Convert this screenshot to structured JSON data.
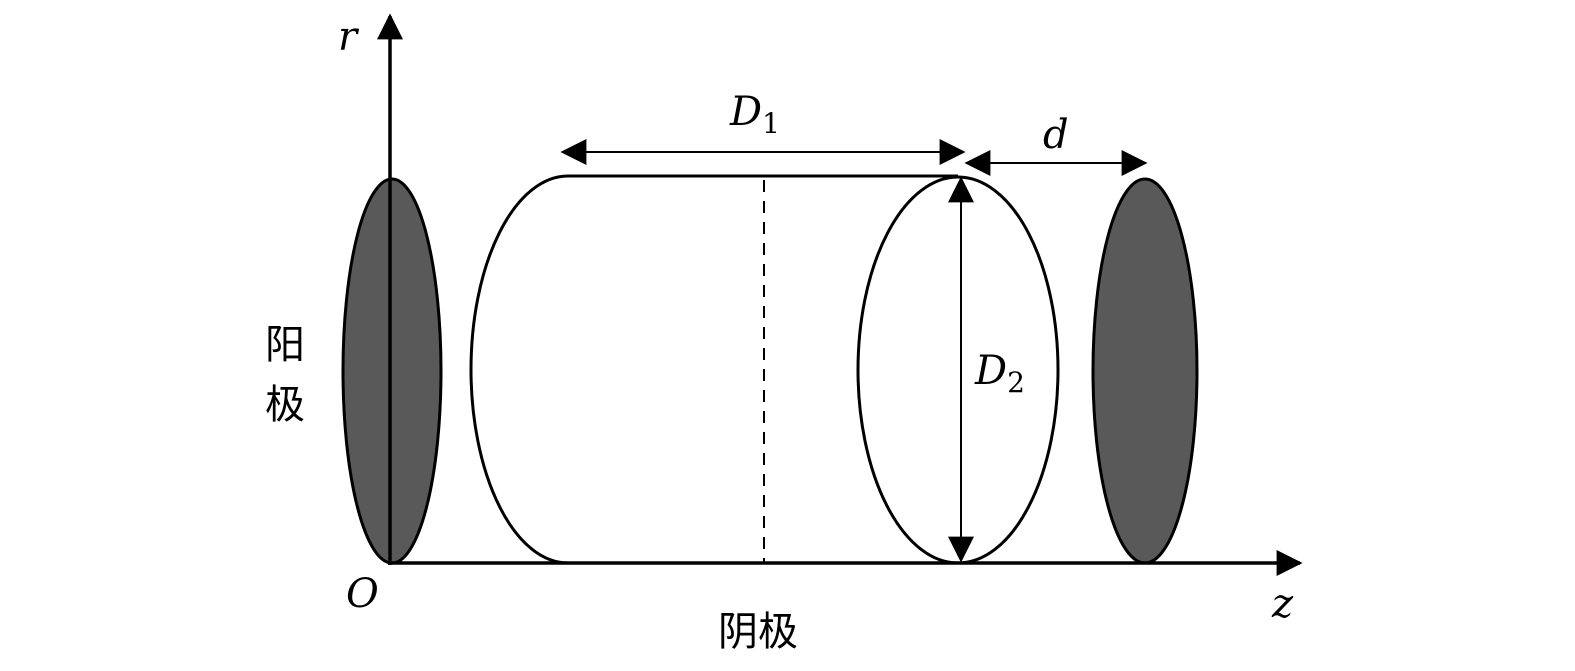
{
  "labels": {
    "r_axis": "r",
    "z_axis": "z",
    "origin": "O",
    "D1": "D",
    "D1_sub": "1",
    "D2": "D",
    "D2_sub": "2",
    "d": "d",
    "anode_1": "阳",
    "anode_2": "极",
    "cathode": "阴极"
  },
  "colors": {
    "electrode_fill": "#595959",
    "stroke": "#000000"
  }
}
